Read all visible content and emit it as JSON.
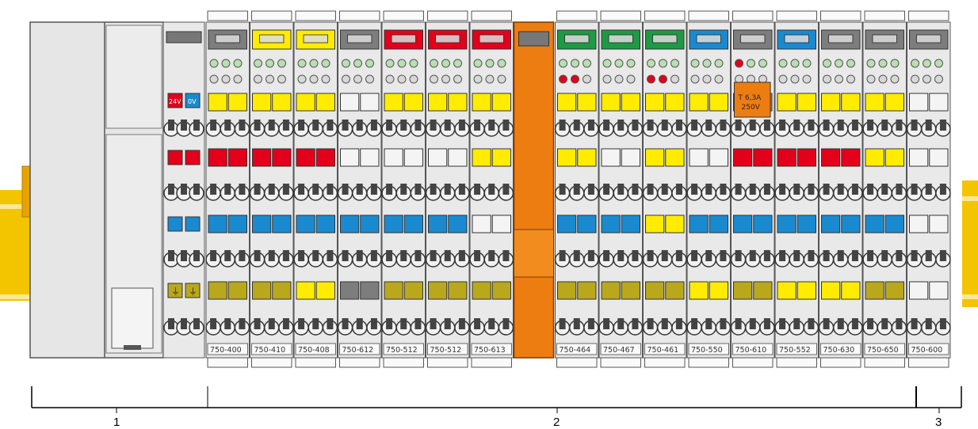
{
  "colors": {
    "yellow": "#ffec00",
    "red": "#e2001a",
    "blue": "#1a8ad0",
    "green": "#1e9a45",
    "orange": "#ee7d11",
    "olive": "#b9a81c",
    "white": "#f4f4f4",
    "grey": "#7d7d7d",
    "rail": "#f2c500",
    "module_body": "#e9e9e9"
  },
  "coupler": {
    "power_labels": [
      "24V",
      "0V"
    ],
    "pe_symbol": "⏚"
  },
  "power_supply_module": {
    "fuse_label_line1": "T 6,3A",
    "fuse_label_line2": "250V",
    "part_number": "750-610"
  },
  "modules": [
    {
      "part": "750-400",
      "top": "grey",
      "led1": "ledg",
      "led2": "ledg",
      "r1": [
        "yellow",
        "yellow"
      ],
      "r2": [
        "red",
        "red"
      ],
      "r3": [
        "blue",
        "blue"
      ],
      "r4": [
        "olive",
        "olive"
      ]
    },
    {
      "part": "750-410",
      "top": "yellow",
      "led1": "ledg",
      "led2": "ledg",
      "r1": [
        "yellow",
        "yellow"
      ],
      "r2": [
        "red",
        "red"
      ],
      "r3": [
        "blue",
        "blue"
      ],
      "r4": [
        "olive",
        "olive"
      ]
    },
    {
      "part": "750-408",
      "top": "yellow",
      "led1": "ledg",
      "led2": "ledg",
      "r1": [
        "yellow",
        "yellow"
      ],
      "r2": [
        "red",
        "red"
      ],
      "r3": [
        "blue",
        "blue"
      ],
      "r4": [
        "yellow",
        "yellow"
      ]
    },
    {
      "part": "750-612",
      "top": "grey",
      "led1": "ledg",
      "led2": "ledg",
      "r1": [
        "white",
        "white"
      ],
      "r2": [
        "white",
        "white"
      ],
      "r3": [
        "blue",
        "blue"
      ],
      "r4": [
        "grey",
        "grey"
      ]
    },
    {
      "part": "750-512",
      "top": "red",
      "led1": "ledg",
      "led2": "ledg",
      "r1": [
        "yellow",
        "yellow"
      ],
      "r2": [
        "white",
        "white"
      ],
      "r3": [
        "blue",
        "blue"
      ],
      "r4": [
        "olive",
        "olive"
      ]
    },
    {
      "part": "750-512",
      "top": "red",
      "led1": "ledg",
      "led2": "ledg",
      "r1": [
        "yellow",
        "yellow"
      ],
      "r2": [
        "white",
        "white"
      ],
      "r3": [
        "blue",
        "blue"
      ],
      "r4": [
        "olive",
        "olive"
      ]
    },
    {
      "part": "750-613",
      "top": "red",
      "led1": "ledg",
      "led2": "ledg",
      "r1": [
        "yellow",
        "yellow"
      ],
      "r2": [
        "yellow",
        "yellow"
      ],
      "r3": [
        "white",
        "white"
      ],
      "r4": [
        "olive",
        "olive"
      ]
    },
    {
      "part": "750-464",
      "top": "green",
      "led1": "ledg",
      "led2": "ledr",
      "r1": [
        "yellow",
        "yellow"
      ],
      "r2": [
        "yellow",
        "yellow"
      ],
      "r3": [
        "blue",
        "blue"
      ],
      "r4": [
        "olive",
        "olive"
      ]
    },
    {
      "part": "750-467",
      "top": "green",
      "led1": "ledg",
      "led2": "ledg",
      "r1": [
        "yellow",
        "yellow"
      ],
      "r2": [
        "white",
        "white"
      ],
      "r3": [
        "blue",
        "blue"
      ],
      "r4": [
        "olive",
        "olive"
      ]
    },
    {
      "part": "750-461",
      "top": "green",
      "led1": "ledg",
      "led2": "ledr",
      "r1": [
        "yellow",
        "yellow"
      ],
      "r2": [
        "yellow",
        "yellow"
      ],
      "r3": [
        "yellow",
        "yellow"
      ],
      "r4": [
        "olive",
        "olive"
      ]
    },
    {
      "part": "750-550",
      "top": "blue",
      "led1": "ledg",
      "led2": "ledg",
      "r1": [
        "yellow",
        "yellow"
      ],
      "r2": [
        "white",
        "white"
      ],
      "r3": [
        "blue",
        "blue"
      ],
      "r4": [
        "yellow",
        "yellow"
      ]
    },
    {
      "part": "750-610",
      "top": "grey",
      "led1": "ledr",
      "led2": "ledg",
      "r1": [
        "orange",
        "orange"
      ],
      "r2": [
        "red",
        "red"
      ],
      "r3": [
        "blue",
        "blue"
      ],
      "r4": [
        "olive",
        "olive"
      ],
      "special": "supply"
    },
    {
      "part": "750-552",
      "top": "blue",
      "led1": "ledg",
      "led2": "ledg",
      "r1": [
        "yellow",
        "yellow"
      ],
      "r2": [
        "red",
        "red"
      ],
      "r3": [
        "blue",
        "blue"
      ],
      "r4": [
        "yellow",
        "yellow"
      ]
    },
    {
      "part": "750-630",
      "top": "grey",
      "led1": "ledg",
      "led2": "ledg",
      "r1": [
        "yellow",
        "yellow"
      ],
      "r2": [
        "red",
        "red"
      ],
      "r3": [
        "blue",
        "blue"
      ],
      "r4": [
        "yellow",
        "yellow"
      ]
    },
    {
      "part": "750-650",
      "top": "grey",
      "led1": "ledg",
      "led2": "ledg",
      "r1": [
        "yellow",
        "yellow"
      ],
      "r2": [
        "yellow",
        "yellow"
      ],
      "r3": [
        "blue",
        "blue"
      ],
      "r4": [
        "olive",
        "olive"
      ]
    },
    {
      "part": "750-600",
      "top": "grey",
      "led1": "ledg",
      "led2": "ledg",
      "r1": [
        "white",
        "white"
      ],
      "r2": [
        "white",
        "white"
      ],
      "r3": [
        "white",
        "white"
      ],
      "r4": [
        "white",
        "white"
      ]
    }
  ],
  "annotations": {
    "label_1": "1",
    "label_2": "2",
    "label_3": "3"
  }
}
